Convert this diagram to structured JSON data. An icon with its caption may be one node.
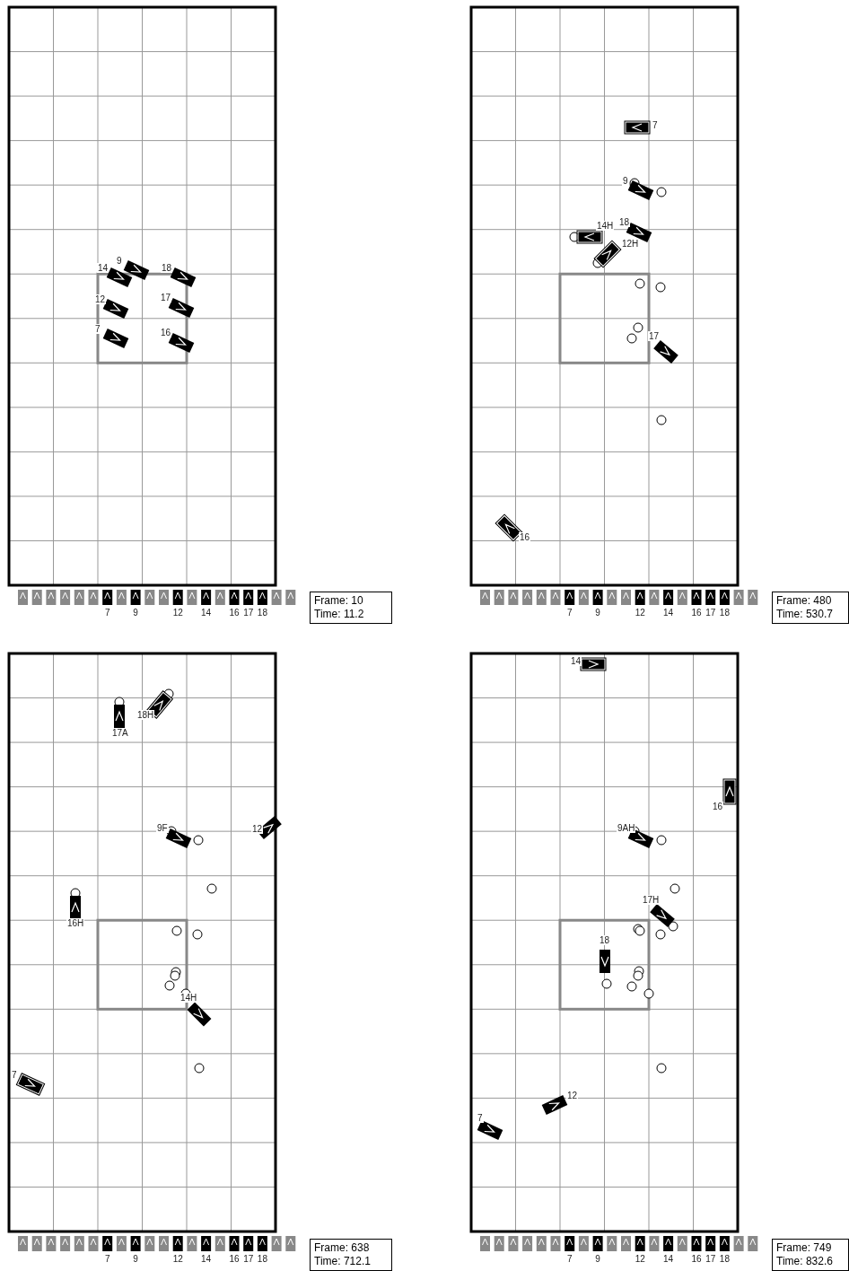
{
  "diagram": {
    "nodes": [
      {
        "text": [
          "Frame: 10",
          "Time: 11.2"
        ]
      },
      {
        "text": [
          "Frame: 480",
          "Time: 530.7"
        ]
      },
      {
        "text": [
          "Frame: 638",
          "Time: 712.1"
        ]
      },
      {
        "text": [
          "Frame: 749",
          "Time: 832.6"
        ]
      }
    ],
    "labels": [
      "14",
      "9",
      "18",
      "12",
      "17",
      "7",
      "16",
      "7",
      "9",
      "12",
      "14",
      "16",
      "17",
      "18",
      "7",
      "9",
      "18",
      "14H",
      "12H",
      "17",
      "16",
      "7",
      "9",
      "12",
      "14",
      "16",
      "17",
      "18",
      "17A",
      "18H",
      "9F",
      "12",
      "16H",
      "14H",
      "7",
      "7",
      "9",
      "12",
      "14",
      "16",
      "17",
      "18",
      "14",
      "16",
      "9AH",
      "17H",
      "18",
      "12",
      "7",
      "7",
      "9",
      "12",
      "14",
      "16",
      "17",
      "18"
    ]
  }
}
